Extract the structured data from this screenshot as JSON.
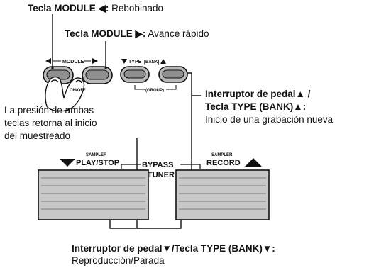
{
  "callouts": {
    "module_left": {
      "key": "Tecla MODULE ◀:",
      "desc": " Rebobinado"
    },
    "module_right": {
      "key": "Tecla MODULE ▶:",
      "desc": " Avance rápido"
    },
    "both_keys": [
      "La presión de ambas",
      "teclas retorna al inicio",
      "del muestreado"
    ],
    "pedal_up": {
      "line1": "Interruptor de pedal▲ /",
      "line2": "Tecla TYPE (BANK)▲:",
      "desc": "Inicio de una grabación nueva"
    },
    "pedal_down": {
      "key": "Interruptor de pedal▼/Tecla TYPE (BANK)▼:",
      "desc": "Reproducción/Parada"
    }
  },
  "panel": {
    "module_label": "MODULE",
    "module_sub": "ON/OFF",
    "type_label": "TYPE",
    "bank_label": "[BANK]",
    "group_label": "(GROUP)",
    "sampler_left": "SAMPLER",
    "play_stop": "PLAY/STOP",
    "bypass": "BYPASS",
    "tuner": "TUNER",
    "sampler_right": "SAMPLER",
    "record": "RECORD"
  }
}
